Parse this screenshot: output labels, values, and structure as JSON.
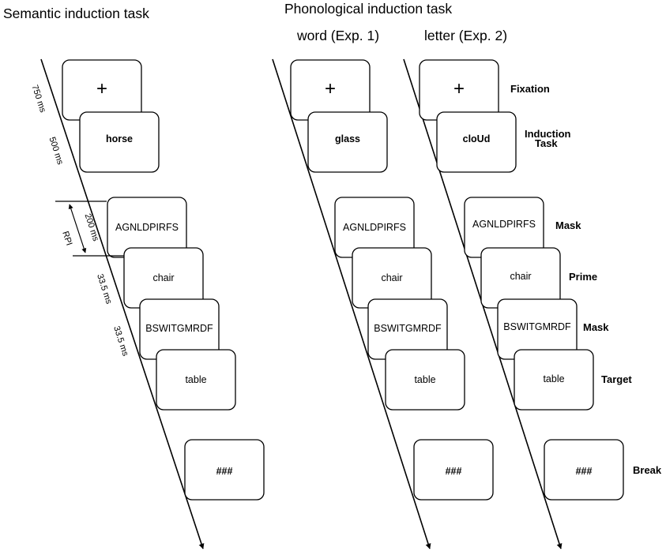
{
  "headings": {
    "semantic": "Semantic induction task",
    "phonological": "Phonological induction task",
    "word": "word  (Exp. 1)",
    "letter": "letter (Exp. 2)"
  },
  "stimuli": {
    "fixation": "+",
    "semantic_induction": "horse",
    "word_induction": "glass",
    "letter_induction": "cloUd",
    "forward_mask": "AGNLDPIRFS",
    "prime": "chair",
    "backward_mask": "BSWITGMRDF",
    "target": "table",
    "break": "###"
  },
  "phases": {
    "fixation": "Fixation",
    "induction_line1": "Induction",
    "induction_line2": "Task",
    "mask": "Mask",
    "prime": "Prime",
    "mask2": "Mask",
    "target": "Target",
    "break": "Break"
  },
  "timings": {
    "fixation": "750 ms",
    "induction": "500 ms",
    "mask": "200 ms",
    "rpi": "RPI",
    "prime": "33.5 ms",
    "backward_mask": "33.5 ms"
  }
}
